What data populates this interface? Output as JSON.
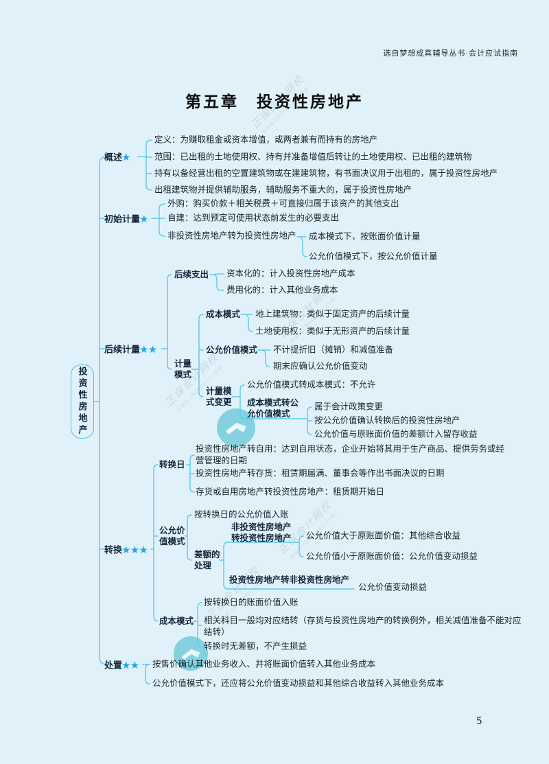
{
  "page": {
    "imprint": "选自梦想成真辅导丛书·会计应试指南",
    "title": "第五章　投资性房地产",
    "page_number": "5"
  },
  "watermark": {
    "line1": "正保会计网校",
    "line2": "www.chinaacc.com"
  },
  "tree": {
    "root": "投资性房地产",
    "overview": {
      "label": "概述",
      "stars": "★",
      "definition": "定义：为赚取租金或资本增值，或两者兼有而持有的房地产",
      "scope": "范围：已出租的土地使用权、持有并准备增值后转让的土地使用权、已出租的建筑物",
      "vacant_building": "持有以备经营出租的空置建筑物或在建建筑物，有书面决议用于出租的，属于投资性房地产",
      "ancillary_service": "出租建筑物并提供辅助服务，辅助服务不重大的，属于投资性房地产"
    },
    "initial": {
      "label": "初始计量",
      "stars": "★",
      "purchase": "外购：购买价款＋相关税费＋可直接归属于该资产的其他支出",
      "self_build": "自建：达到预定可使用状态前发生的必要支出",
      "transfer_in": "非投资性房地产转为投资性房地产",
      "transfer_cost": "成本模式下，按账面价值计量",
      "transfer_fv": "公允价值模式下，按公允价值计量"
    },
    "subsequent": {
      "label": "后续计量",
      "stars": "★★",
      "expenditure": {
        "label": "后续支出",
        "capitalized": "资本化的：计入投资性房地产成本",
        "expensed": "费用化的：计入其他业务成本"
      },
      "mode": {
        "label": "计量模式",
        "cost": {
          "label": "成本模式",
          "building": "地上建筑物：类似于固定资产的后续计量",
          "land": "土地使用权：类似于无形资产的后续计量"
        },
        "fv": {
          "label": "公允价值模式",
          "no_depreciation": "不计提折旧（摊销）和减值准备",
          "recognize_change": "期末应确认公允价值变动"
        },
        "change": {
          "label": "计量模式变更",
          "fv_to_cost": "公允价值模式转成本模式：不允许",
          "cost_to_fv": {
            "label": "成本模式转公允价值模式",
            "policy_change": "属于会计政策变更",
            "recognize_fv": "按公允价值确认转换后的投资性房地产",
            "difference": "公允价值与原账面价值的差额计入留存收益"
          }
        }
      }
    },
    "conversion": {
      "label": "转换",
      "stars": "★★★",
      "date": {
        "label": "转换日",
        "to_own_use": "投资性房地产转自用：达到自用状态，企业开始将其用于生产商品、提供劳务或经营管理的日期",
        "to_inventory": "投资性房地产转存货：租赁期届满、董事会等作出书面决议的日期",
        "to_investment": "存货或自用房地产转投资性房地产：租赁期开始日"
      },
      "fv_mode": {
        "label": "公允价值模式",
        "entry": "按转换日的公允价值入账",
        "difference": {
          "label": "差额的处理",
          "non_inv_to_inv": {
            "label": "非投资性房地产转投资性房地产",
            "gain": "公允价值大于原账面价值：其他综合收益",
            "loss": "公允价值小于原账面价值：公允价值变动损益"
          },
          "inv_to_non_inv": {
            "label": "投资性房地产转非投资性房地产",
            "result": "公允价值变动损益"
          }
        }
      },
      "cost_mode": {
        "label": "成本模式",
        "entry": "按转换日的账面价值入账",
        "carryover": "相关科目一般均对应结转（存货与投资性房地产的转换例外，相关减值准备不能对应结转）",
        "no_difference": "转换时无差额，不产生损益"
      }
    },
    "disposal": {
      "label": "处置",
      "stars": "★★",
      "revenue": "按售价确认其他业务收入、并将账面价值转入其他业务成本",
      "fv_note": "公允价值模式下，还应将公允价值变动损益和其他综合收益转入其他业务成本"
    }
  }
}
